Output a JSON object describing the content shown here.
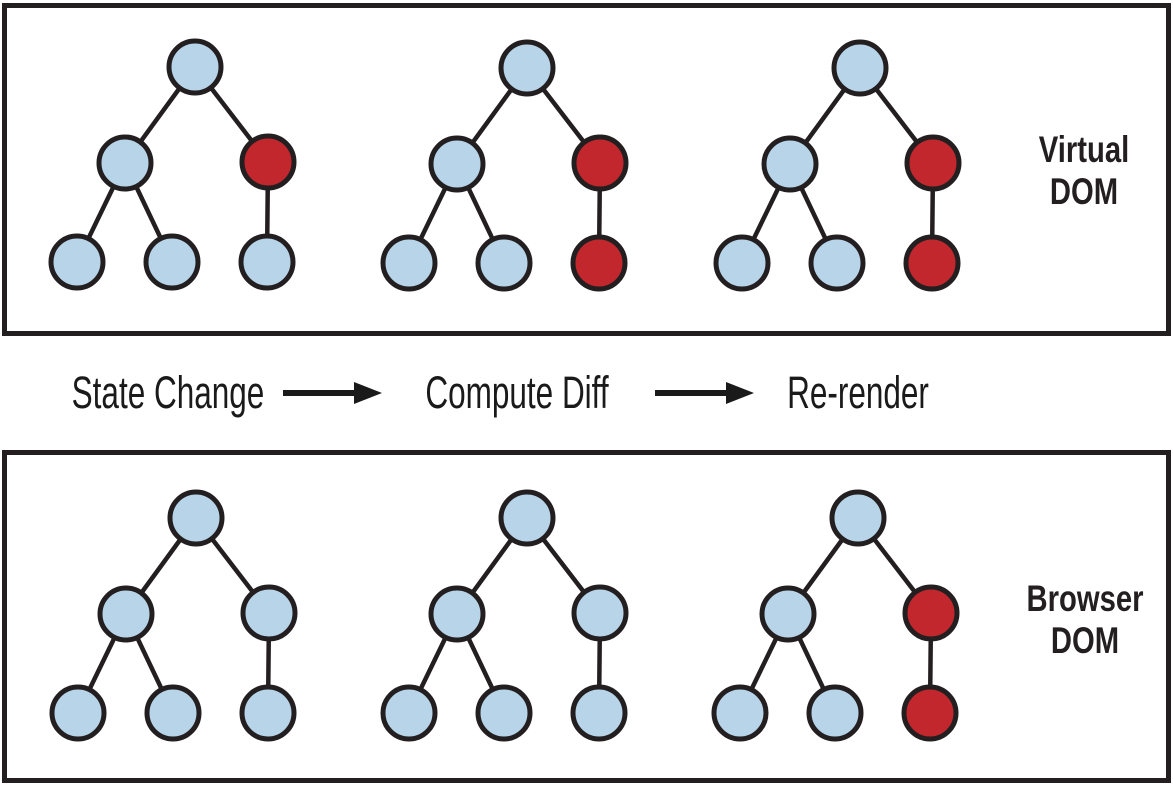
{
  "colors": {
    "node_blue": "#B7D4E9",
    "node_red": "#C1272D",
    "outline": "#231F20",
    "background": "#FFFFFF"
  },
  "panels": [
    {
      "label": "Virtual\nDOM",
      "trees": [
        [
          "blue",
          "blue",
          "red",
          "blue",
          "blue",
          "blue"
        ],
        [
          "blue",
          "blue",
          "red",
          "blue",
          "blue",
          "red"
        ],
        [
          "blue",
          "blue",
          "red",
          "blue",
          "blue",
          "red"
        ]
      ]
    },
    {
      "label": "Browser\nDOM",
      "trees": [
        [
          "blue",
          "blue",
          "blue",
          "blue",
          "blue",
          "blue"
        ],
        [
          "blue",
          "blue",
          "blue",
          "blue",
          "blue",
          "blue"
        ],
        [
          "blue",
          "blue",
          "red",
          "blue",
          "blue",
          "red"
        ]
      ]
    }
  ],
  "process": {
    "steps": [
      "State Change",
      "Compute Diff",
      "Re-render"
    ]
  }
}
